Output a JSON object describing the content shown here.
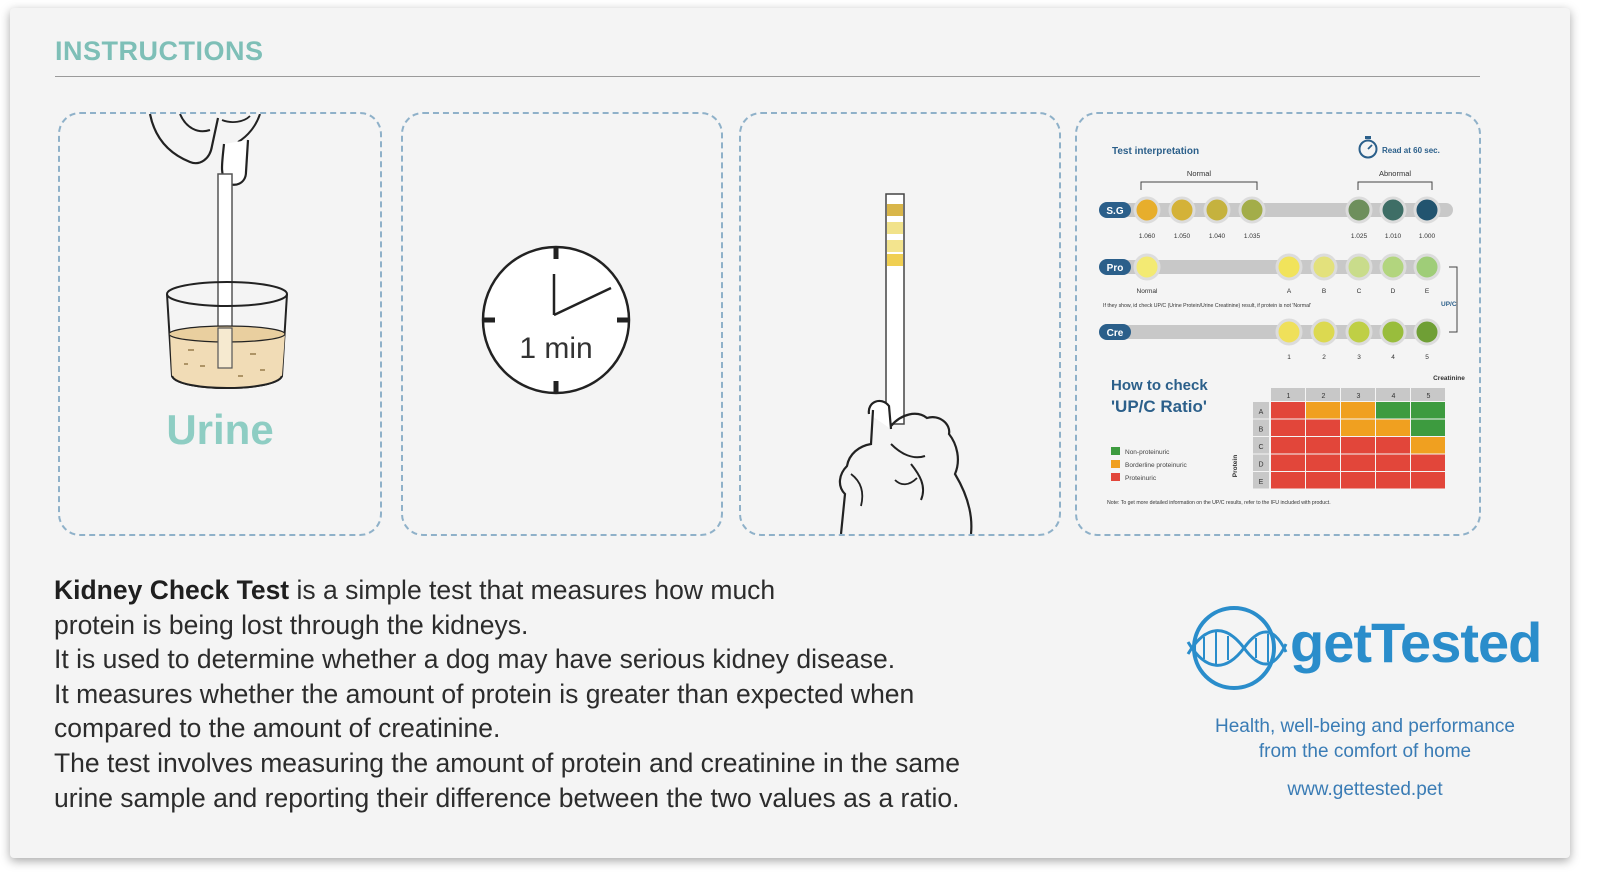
{
  "header": {
    "title": "INSTRUCTIONS"
  },
  "step1": {
    "label": "Urine"
  },
  "step2": {
    "timer_label": "1 min"
  },
  "chart": {
    "title": "Test interpretation",
    "read_note": "Read at 60 sec.",
    "normal_label": "Normal",
    "abnormal_label": "Abnormal",
    "sg_label": "S.G",
    "sg_values": [
      "1.060",
      "1.050",
      "1.040",
      "1.035",
      "1.025",
      "1.010",
      "1.000"
    ],
    "pro_label": "Pro",
    "pro_normal": "Normal",
    "pro_grades": [
      "A",
      "B",
      "C",
      "D",
      "E"
    ],
    "pro_note": "If they show, id check UP/C (Urine Protein/Urine Creatinine) result, if protein is not 'Normal'",
    "upc_side": "UP/C",
    "cre_label": "Cre",
    "cre_grades": [
      "1",
      "2",
      "3",
      "4",
      "5"
    ],
    "howto_line1": "How to check",
    "howto_line2": "'UP/C Ratio'",
    "creatinine_label": "Creatinine",
    "protein_label": "Protein",
    "grid_cols": [
      "1",
      "2",
      "3",
      "4",
      "5"
    ],
    "grid_rows": [
      "A",
      "B",
      "C",
      "D",
      "E"
    ],
    "legend": [
      "Non-proteinuric",
      "Borderline proteinuric",
      "Proteinuric"
    ],
    "footnote": "Note: To get more detailed information on the UP/C results, refer to the IFU included with product.",
    "colors": {
      "green": "#3d9b3f",
      "orange": "#f0a020",
      "red": "#e2463a",
      "steel": "#2b5f8a"
    }
  },
  "description": {
    "bold_lead": "Kidney Check Test",
    "line1_rest": " is a simple test that measures how much",
    "line2": "protein is being lost through the kidneys.",
    "line3": "It is used to determine whether a dog may have serious kidney disease.",
    "line4": "It measures whether the amount of protein is greater than expected when",
    "line5": "compared to the amount of creatinine.",
    "line6": "The test involves measuring the amount of protein and creatinine in the same",
    "line7": "urine sample and reporting their difference between the two values as a ratio."
  },
  "brand": {
    "name": "getTested",
    "tagline1": "Health, well-being and performance",
    "tagline2": "from the comfort of home",
    "url": "www.gettested.pet"
  }
}
